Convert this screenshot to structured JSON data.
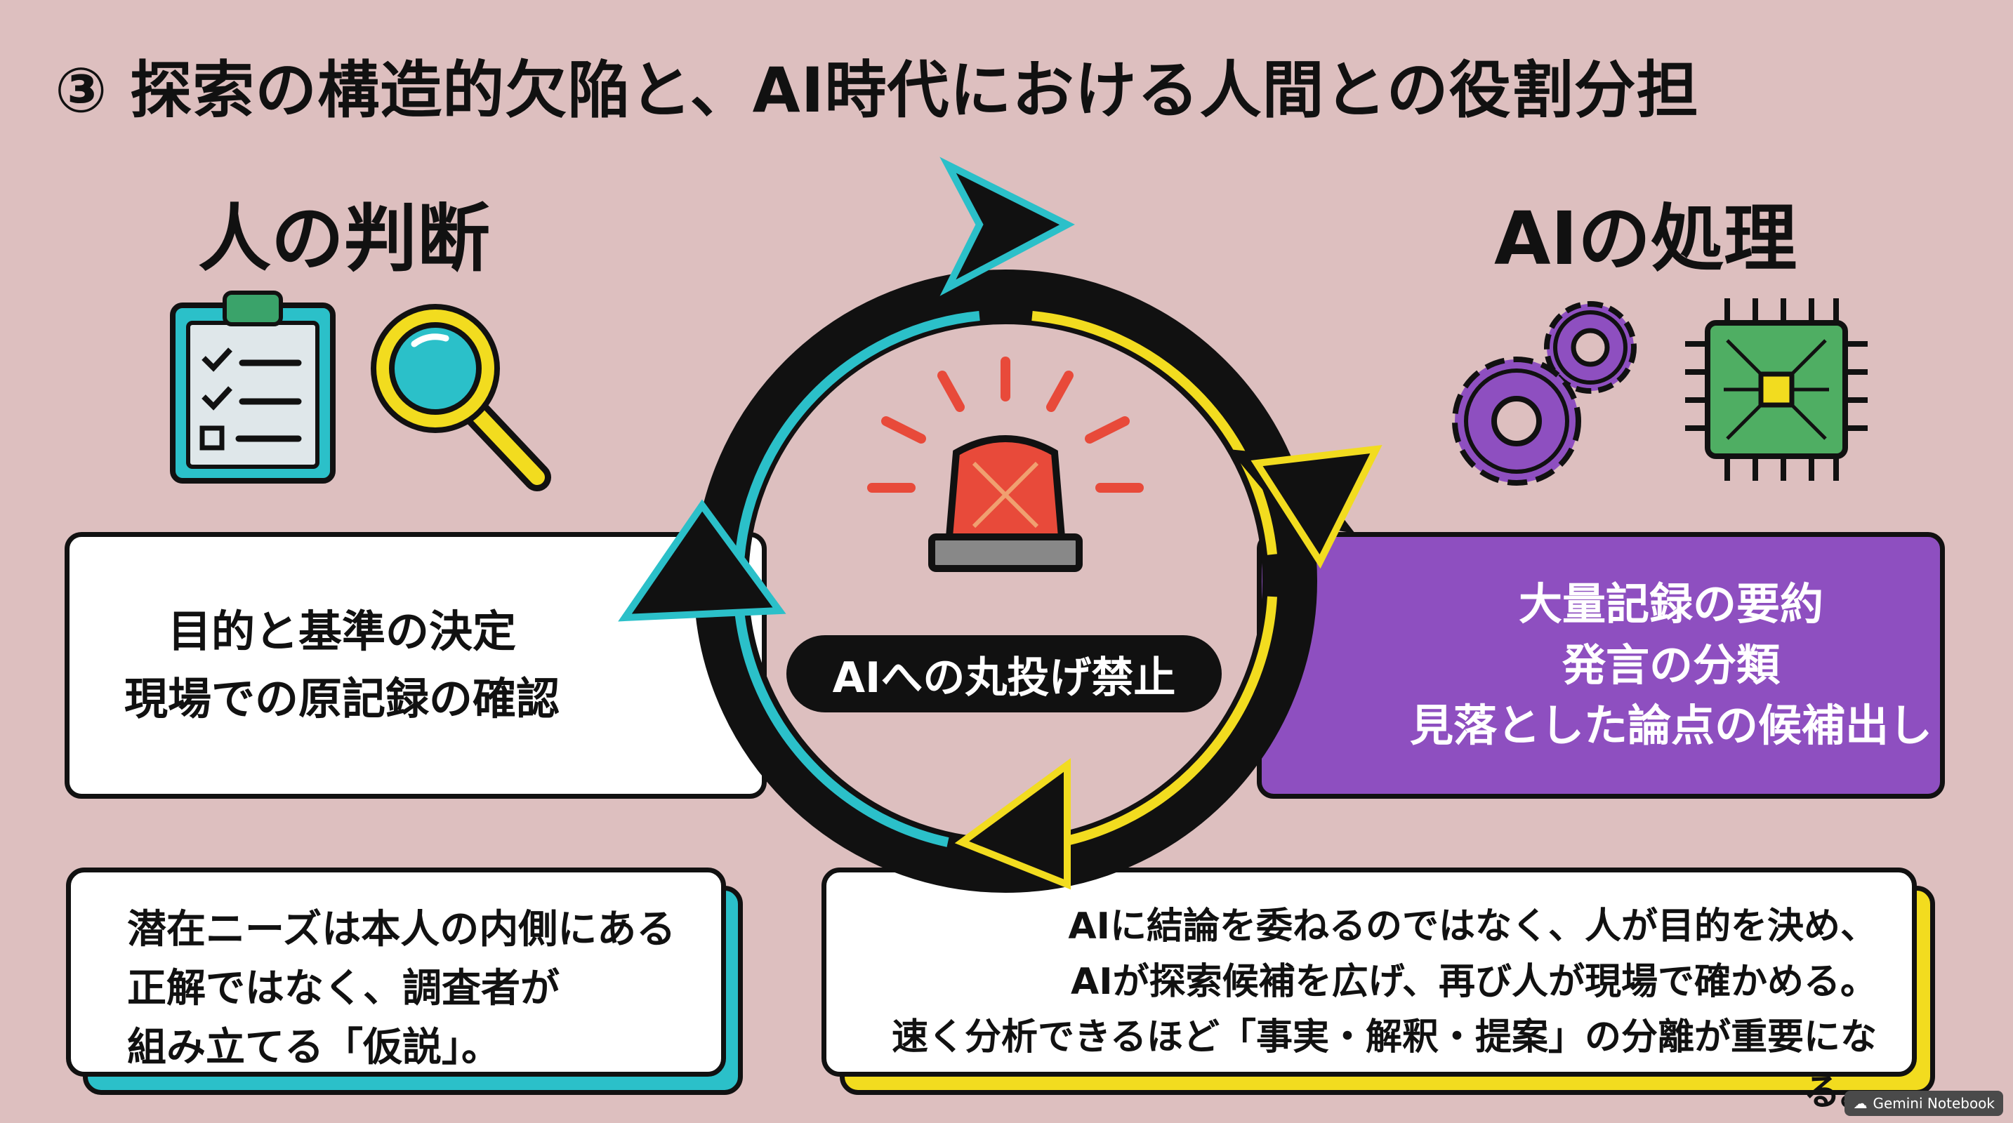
{
  "title": "③ 探索の構造的欠陥と、AI時代における人間との役割分担",
  "left": {
    "heading": "人の判断",
    "lines": [
      "目的と基準の決定",
      "現場での原記録の確認"
    ]
  },
  "right": {
    "heading": "AIの処理",
    "lines": [
      "大量記録の要約",
      "発言の分類",
      "見落とした論点の候補出し"
    ]
  },
  "center": {
    "label": "AIへの丸投げ禁止"
  },
  "notes": {
    "left": [
      "潜在ニーズは本人の内側にある",
      "正解ではなく、調査者が",
      "組み立てる「仮説」。"
    ],
    "right": [
      "AIに結論を委ねるのではなく、人が目的を決め、",
      "AIが探索候補を広げ、再び人が現場で確かめる。",
      "速く分析できるほど「事実・解釈・提案」の分離が重要になる。"
    ]
  },
  "watermark": "Gemini Notebook",
  "colors": {
    "background": "#ddbfbf",
    "cyan": "#2bc0c9",
    "yellow": "#f2dc1f",
    "purple": "#8e4fc0",
    "red": "#e84a3a"
  }
}
